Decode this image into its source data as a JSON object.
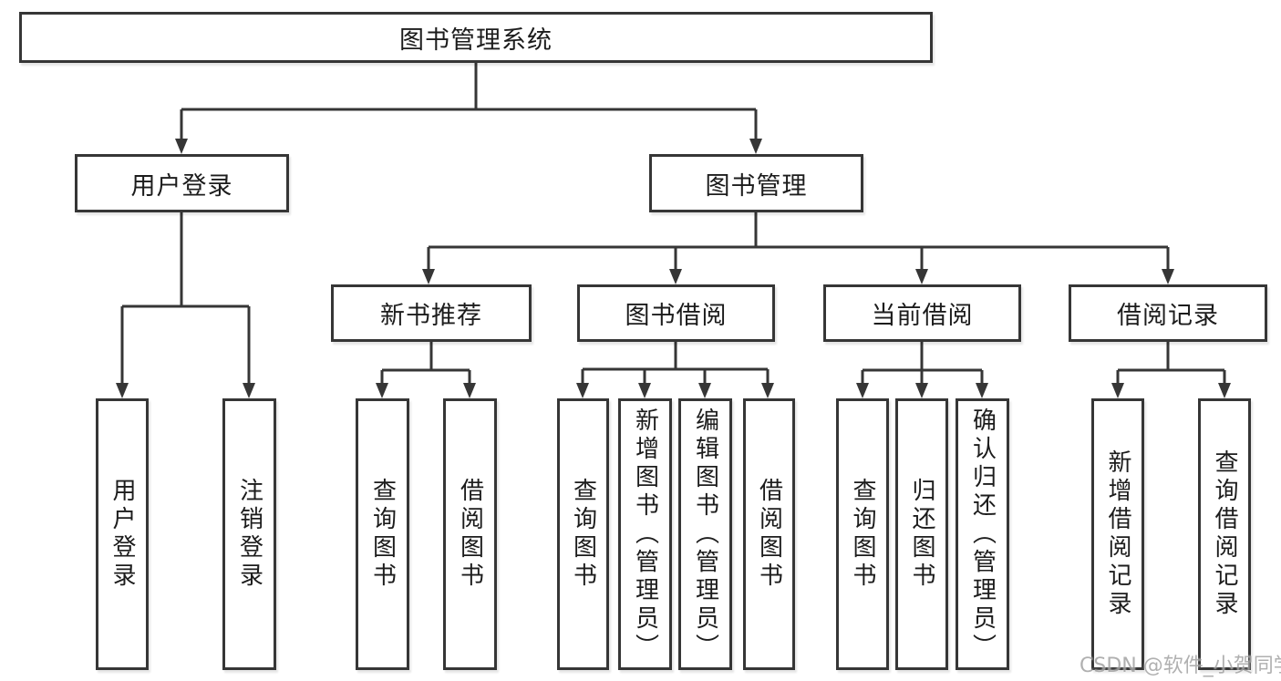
{
  "nodes": {
    "root": "图书管理系统",
    "l2": {
      "user_login": "用户登录",
      "book_mgmt": "图书管理"
    },
    "l3": {
      "new_book_rec": "新书推荐",
      "book_borrow": "图书借阅",
      "current_borrow": "当前借阅",
      "borrow_record": "借阅记录"
    },
    "leaves": {
      "user_login": "用户登录",
      "logout": "注销登录",
      "rec_query": "查询图书",
      "rec_borrow": "借阅图书",
      "bb_query": "查询图书",
      "bb_add": "新增图书（管理员）",
      "bb_edit": "编辑图书（管理员）",
      "bb_borrow": "借阅图书",
      "cb_query": "查询图书",
      "cb_return": "归还图书",
      "cb_confirm": "确认归还（管理员）",
      "br_add": "新增借阅记录",
      "br_query": "查询借阅记录"
    }
  },
  "watermark": "CSDN @软件_小贺同学",
  "colors": {
    "line": "#363636",
    "box_border": "#363636",
    "text": "#1c1c1c",
    "background": "#ffffff",
    "watermark": "#a3a3a3"
  }
}
